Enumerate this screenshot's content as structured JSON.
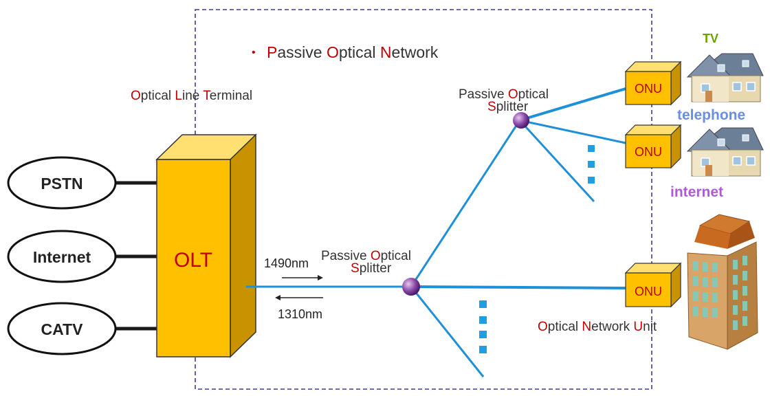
{
  "pon_title": {
    "bullet": "•",
    "parts": [
      [
        "P",
        "red"
      ],
      [
        "assive ",
        "dark"
      ],
      [
        "O",
        "red"
      ],
      [
        "ptical ",
        "dark"
      ],
      [
        "N",
        "red"
      ],
      [
        "etwork",
        "dark"
      ]
    ]
  },
  "olt_caption": {
    "parts": [
      [
        "O",
        "red"
      ],
      [
        "ptical ",
        "dark"
      ],
      [
        "L",
        "red"
      ],
      [
        "ine ",
        "dark"
      ],
      [
        "T",
        "red"
      ],
      [
        "erminal",
        "dark"
      ]
    ]
  },
  "onu_caption": {
    "parts": [
      [
        "O",
        "red"
      ],
      [
        "ptical ",
        "dark"
      ],
      [
        "N",
        "red"
      ],
      [
        "etwork ",
        "dark"
      ],
      [
        "U",
        "red"
      ],
      [
        "nit",
        "dark"
      ]
    ]
  },
  "splitter_top": {
    "line1": [
      [
        "Passive ",
        "dark"
      ],
      [
        "O",
        "red"
      ],
      [
        "ptical",
        "dark"
      ]
    ],
    "line2": [
      [
        "S",
        "red"
      ],
      [
        "plitter",
        "dark"
      ]
    ]
  },
  "splitter_main": {
    "line1": [
      [
        "Passive ",
        "dark"
      ],
      [
        "O",
        "red"
      ],
      [
        "ptical",
        "dark"
      ]
    ],
    "line2": [
      [
        "S",
        "red"
      ],
      [
        "plitter",
        "dark"
      ]
    ]
  },
  "services": [
    "PSTN",
    "Internet",
    "CATV"
  ],
  "olt_label": "OLT",
  "onu_label": "ONU",
  "wavelengths": {
    "downstream": "1490nm",
    "upstream": "1310nm"
  },
  "house_labels": {
    "tv": "TV",
    "telephone": "telephone",
    "internet": "internet"
  },
  "colors": {
    "red": "#c00000",
    "dark": "#333333",
    "fiber": "#1e90d8",
    "olt": "#ffc000",
    "onu": "#ffc000",
    "border": "#3a3a8c",
    "tv": "#6aa000",
    "telephone": "#6a8fe0",
    "internet": "#b05ad8",
    "dots": "#1ea0e0"
  }
}
